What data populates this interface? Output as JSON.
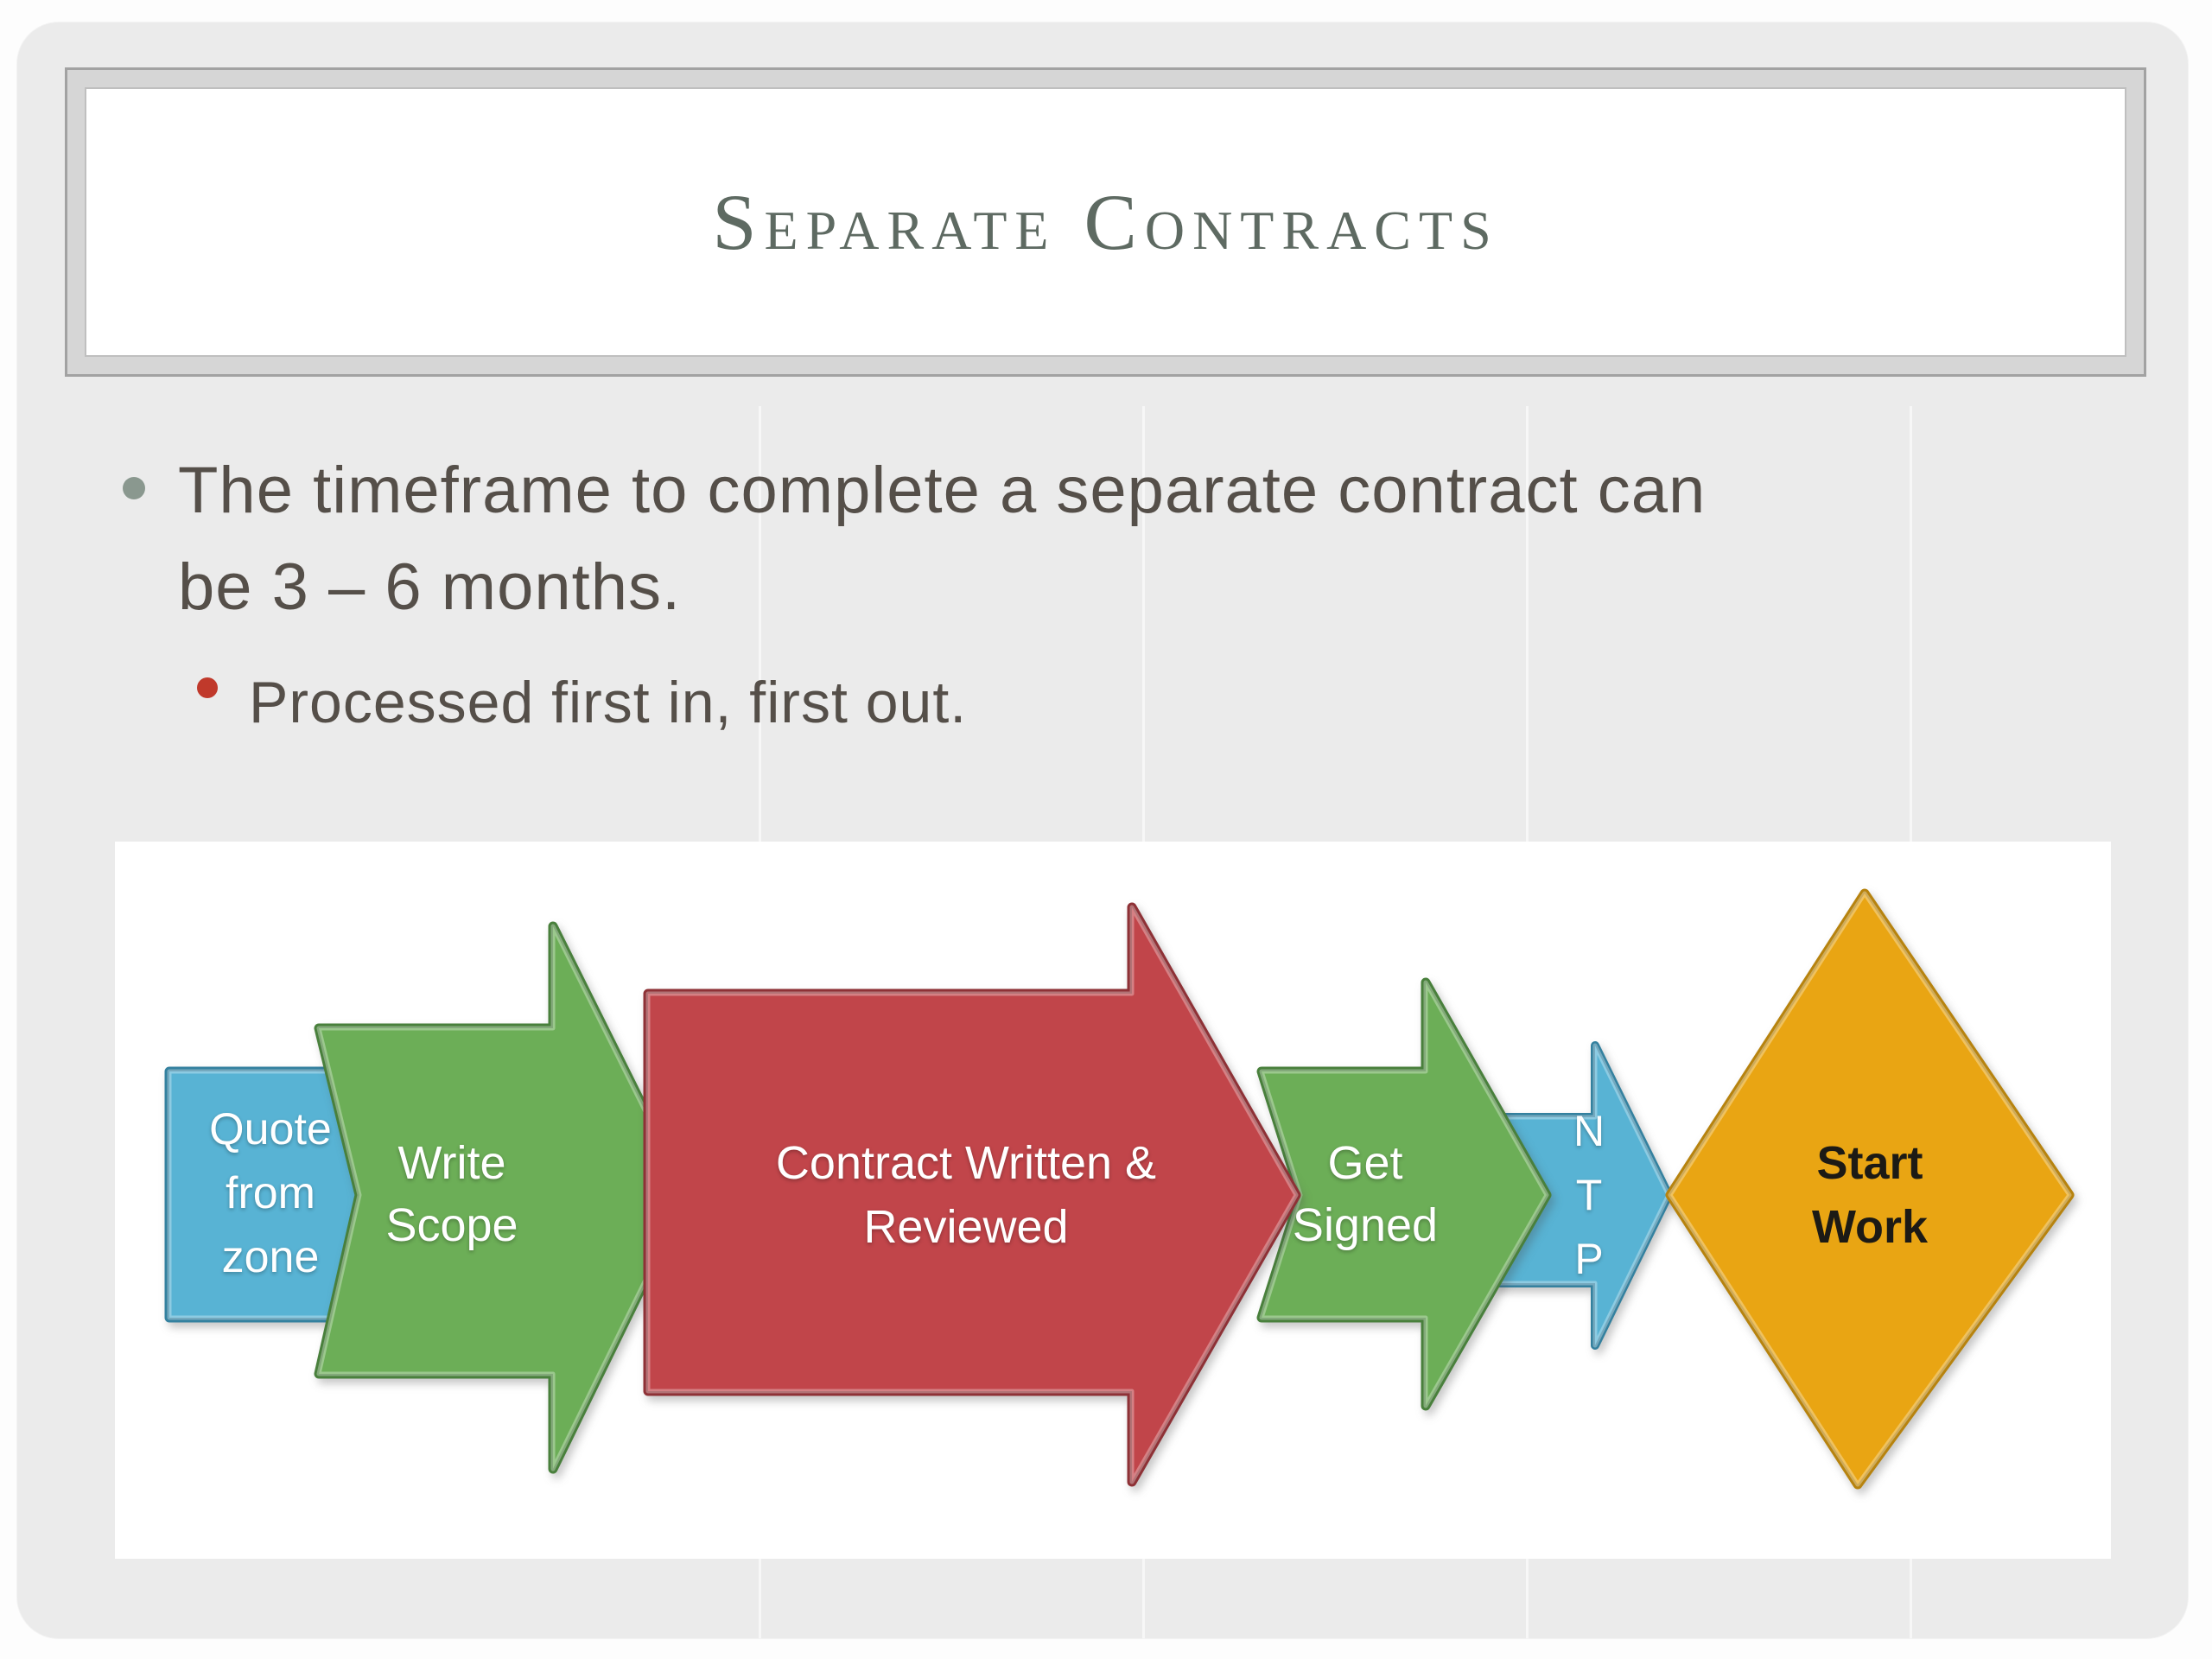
{
  "slide": {
    "title": "Separate Contracts",
    "bullet_main": {
      "lines": [
        "The timeframe to complete a separate contract can",
        "be 3 – 6 months."
      ]
    },
    "bullet_sub": {
      "text": "Processed first in, first out."
    },
    "colors": {
      "card_background": "#ebebeb",
      "panel_background": "#ffffff",
      "title_text": "#5e6a62",
      "body_text": "#554f49",
      "bullet_dot": "#8a988f",
      "sub_bullet_dot": "#c0392b"
    },
    "diagram": {
      "shapes": [
        {
          "id": "quote-from-zone",
          "type": "pentagon",
          "lines": [
            "Quote",
            "from",
            "zone"
          ],
          "fill": "#58b3d4",
          "stroke": "#34819f",
          "text_color": "#ffffff"
        },
        {
          "id": "write-scope",
          "type": "arrow",
          "lines": [
            "Write",
            "Scope"
          ],
          "fill": "#6cae57",
          "stroke": "#49803c",
          "text_color": "#ffffff"
        },
        {
          "id": "contract-written-reviewed",
          "type": "arrow",
          "lines": [
            "Contract Written &",
            "Reviewed"
          ],
          "fill": "#c1454a",
          "stroke": "#8e3136",
          "text_color": "#ffffff"
        },
        {
          "id": "get-signed",
          "type": "arrow",
          "lines": [
            "Get",
            "Signed"
          ],
          "fill": "#6cae57",
          "stroke": "#49803c",
          "text_color": "#ffffff"
        },
        {
          "id": "ntp",
          "type": "arrow",
          "lines": [
            "N",
            "T",
            "P"
          ],
          "fill": "#58b3d4",
          "stroke": "#34819f",
          "text_color": "#ffffff"
        },
        {
          "id": "start-work",
          "type": "diamond",
          "lines": [
            "Start",
            "Work"
          ],
          "fill": "#e9a513",
          "stroke": "#b7830e",
          "text_color": "#1c1a15"
        }
      ]
    }
  }
}
